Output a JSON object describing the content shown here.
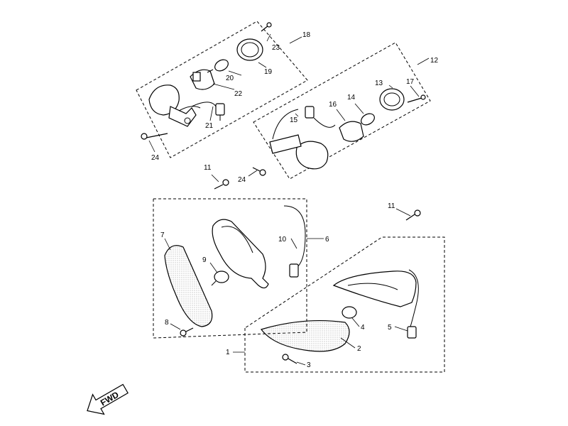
{
  "diagram": {
    "fwd_label": "FWD",
    "callouts": {
      "c1": "1",
      "c2": "2",
      "c3": "3",
      "c4": "4",
      "c5": "5",
      "c6": "6",
      "c7": "7",
      "c8": "8",
      "c9": "9",
      "c10": "10",
      "c11a": "11",
      "c11b": "11",
      "c12": "12",
      "c13": "13",
      "c14": "14",
      "c15": "15",
      "c16": "16",
      "c17": "17",
      "c18": "18",
      "c19": "19",
      "c20": "20",
      "c21": "21",
      "c22": "22",
      "c23": "23",
      "c24a": "24",
      "c24b": "24"
    }
  }
}
